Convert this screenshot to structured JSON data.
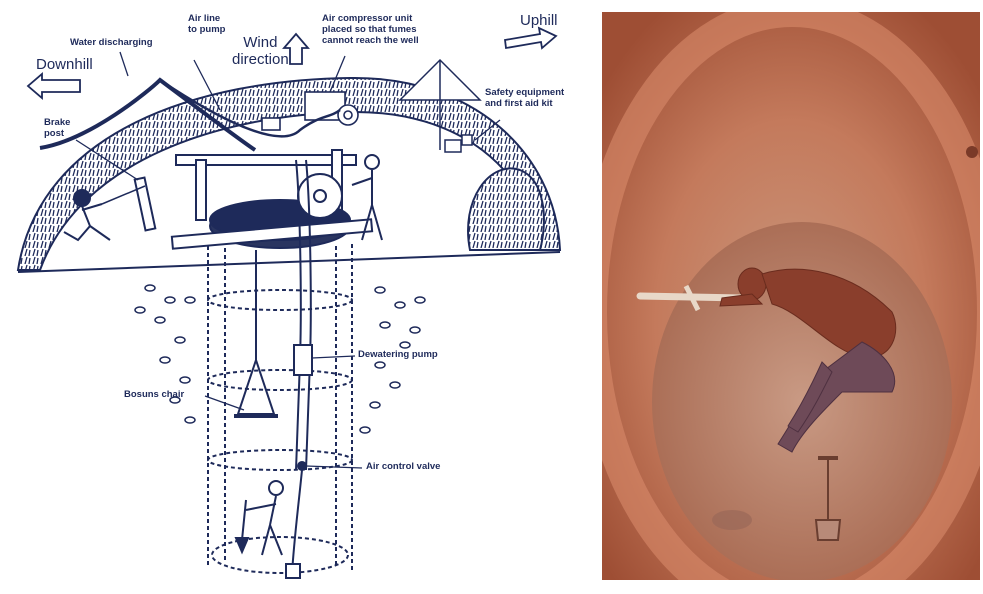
{
  "diagram": {
    "labels": {
      "water_discharging": "Water discharging",
      "air_line": "Air line\nto pump",
      "air_compressor": "Air compressor unit\nplaced so that fumes\ncannot reach the well",
      "uphill": "Uphill",
      "downhill": "Downhill",
      "wind_direction": "Wind\ndirection",
      "safety_equipment": "Safety equipment\nand first aid kit",
      "brake_post": "Brake\npost",
      "dewatering_pump": "Dewatering pump",
      "bosuns_chair": "Bosuns chair",
      "air_control_valve": "Air control valve"
    },
    "ink_color": "#1e2a5a"
  },
  "photo": {
    "wall_color": "#c46a4a",
    "floor_color": "#b8826a"
  }
}
